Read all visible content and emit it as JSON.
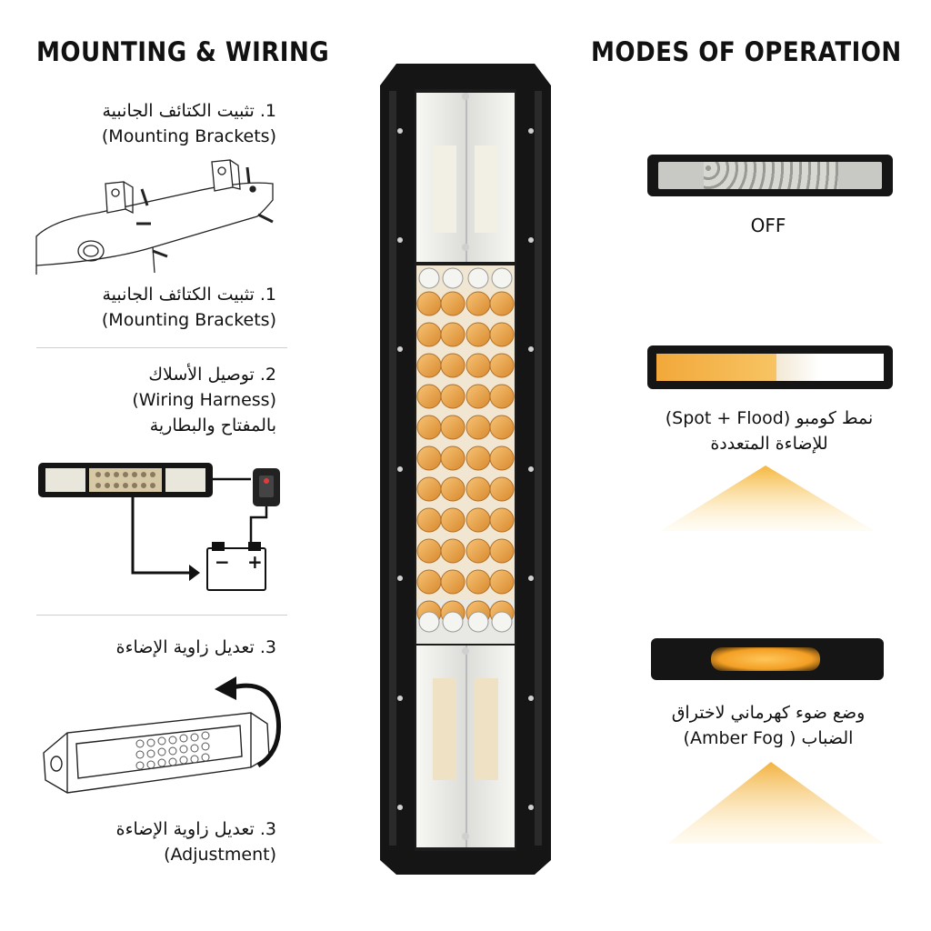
{
  "left": {
    "heading": "MOUNTING & WIRING",
    "step1_top": {
      "ar": "1. تثبيت الكتائف الجانبية",
      "en": "(Mounting Brackets)"
    },
    "step1_bottom": {
      "ar": "1. تثبيت الكتائف الجانبية",
      "en": "(Mounting Brackets)"
    },
    "step2": {
      "ar": "2. توصيل الأسلاك",
      "en": "(Wiring Harness)",
      "ar2": "بالمفتاح والبطارية"
    },
    "step3_top": {
      "ar": "3. تعديل زاوية الإضاءة"
    },
    "step3_bottom": {
      "ar": "3. تعديل زاوية الإضاءة",
      "en": "(Adjustment)"
    },
    "battery": {
      "minus": "−",
      "plus": "+"
    }
  },
  "right": {
    "heading": "MODES OF OPERATION",
    "mode_off": {
      "label": "OFF"
    },
    "mode_combo": {
      "line1": "نمط كومبو (Spot + Flood)",
      "line2": "للإضاءة المتعددة"
    },
    "mode_amber": {
      "line1": "وضع ضوء كهرماني لاختراق",
      "line2": "الضباب ( Amber Fog)"
    }
  },
  "colors": {
    "amber": "#f2a83a",
    "housing": "#151515",
    "white_led": "#f4f4f0",
    "beam_amber": "#f7c24a"
  },
  "icons": {
    "brackets": "mounting-bracket-illustration",
    "wiring": "wiring-diagram-illustration",
    "rotate": "rotate-arrow-icon",
    "switch": "rocker-switch-icon",
    "battery": "battery-icon"
  }
}
